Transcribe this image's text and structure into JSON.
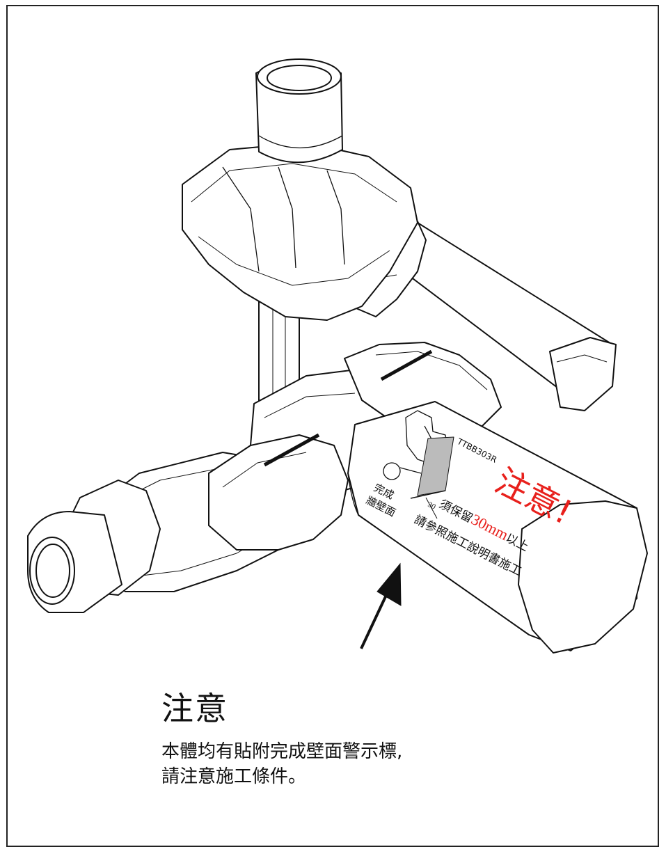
{
  "label": {
    "model": "TTBB303R",
    "caution": "注意!",
    "finish_wall_1": "完成",
    "finish_wall_2": "牆壁面",
    "scale_mark": "30",
    "keep_prefix": "須保留",
    "keep_value": "30mm",
    "keep_suffix": "以上",
    "refer_manual": "請參照施工說明書施工"
  },
  "note": {
    "title": "注意",
    "line1": "本體均有貼附完成壁面警示標,",
    "line2": "請注意施工條件。"
  },
  "colors": {
    "line": "#111111",
    "caution_red": "#e8201c"
  }
}
